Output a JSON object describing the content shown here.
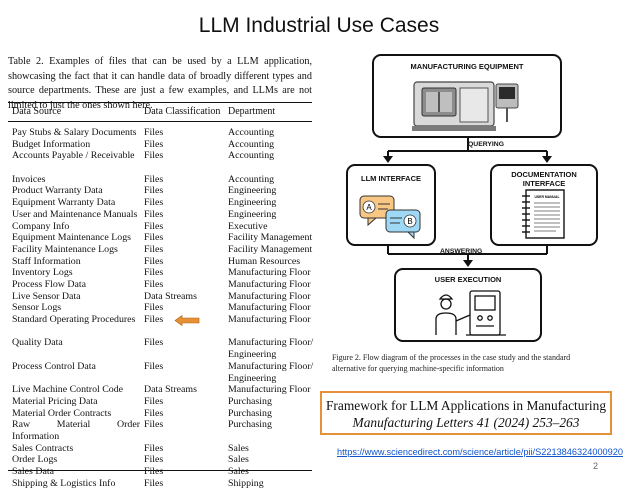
{
  "slide": {
    "title": "LLM Industrial Use Cases",
    "page_number": "2"
  },
  "table": {
    "caption": "Table 2. Examples of files that can be used by a LLM application, showcasing the fact that it can handle data of broadly different types and source departments. These are just a few examples, and LLMs are not limited to just the ones shown here.",
    "headers": [
      "Data Source",
      "Data Classification",
      "Department"
    ],
    "rows": [
      {
        "source": "Pay Stubs & Salary Documents",
        "classification": "Files",
        "department": "Accounting"
      },
      {
        "source": "Budget Information",
        "classification": "Files",
        "department": "Accounting"
      },
      {
        "source": "Accounts Payable / Receivable",
        "classification": "Files",
        "department": "Accounting"
      },
      {
        "source": "Invoices",
        "classification": "Files",
        "department": "Accounting"
      },
      {
        "source": "Product Warranty Data",
        "classification": "Files",
        "department": "Engineering"
      },
      {
        "source": "Equipment Warranty Data",
        "classification": "Files",
        "department": "Engineering"
      },
      {
        "source": "User and Maintenance Manuals",
        "classification": "Files",
        "department": "Engineering"
      },
      {
        "source": "Company Info",
        "classification": "Files",
        "department": "Executive"
      },
      {
        "source": "Equipment Maintenance Logs",
        "classification": "Files",
        "department": "Facility Management"
      },
      {
        "source": "Facility Maintenance Logs",
        "classification": "Files",
        "department": "Facility Management"
      },
      {
        "source": "Staff Information",
        "classification": "Files",
        "department": "Human Resources"
      },
      {
        "source": "Inventory Logs",
        "classification": "Files",
        "department": "Manufacturing Floor"
      },
      {
        "source": "Process Flow Data",
        "classification": "Files",
        "department": "Manufacturing Floor"
      },
      {
        "source": "Live Sensor Data",
        "classification": "Data Streams",
        "department": "Manufacturing Floor"
      },
      {
        "source": "Sensor Logs",
        "classification": "Files",
        "department": "Manufacturing Floor"
      },
      {
        "source": "Standard Operating Procedures",
        "classification": "Files",
        "department": "Manufacturing Floor",
        "highlighted": true
      },
      {
        "source": "Quality Data",
        "classification": "Files",
        "department": "Manufacturing Floor/ Engineering"
      },
      {
        "source": "Process Control Data",
        "classification": "Files",
        "department": "Manufacturing Floor/ Engineering"
      },
      {
        "source": "Live Machine Control Code",
        "classification": "Data Streams",
        "department": "Manufacturing Floor"
      },
      {
        "source": "Material Pricing Data",
        "classification": "Files",
        "department": "Purchasing"
      },
      {
        "source": "Material Order Contracts",
        "classification": "Files",
        "department": "Purchasing"
      },
      {
        "source": "Raw Material Order Information",
        "classification": "Files",
        "department": "Purchasing"
      },
      {
        "source": "Sales Contracts",
        "classification": "Files",
        "department": "Sales"
      },
      {
        "source": "Order Logs",
        "classification": "Files",
        "department": "Sales"
      },
      {
        "source": "Sales Data",
        "classification": "Files",
        "department": "Sales"
      },
      {
        "source": "Shipping & Logistics Info",
        "classification": "Files",
        "department": "Shipping"
      }
    ],
    "arrow_color": "#e69138"
  },
  "diagram": {
    "boxes": {
      "equipment": "MANUFACTURING EQUIPMENT",
      "llm": "LLM INTERFACE",
      "docs": "DOCUMENTATION INTERFACE",
      "user": "USER EXECUTION"
    },
    "flows": {
      "querying": "QUERYING",
      "answering": "ANSWERING"
    },
    "manual_label": "USER MANUAL",
    "chat_letters": [
      "A",
      "B"
    ],
    "bubble_colors": {
      "question": "#f9c784",
      "answer": "#9fd8f5"
    },
    "caption": "Figure 2. Flow diagram of the processes in the case study and the standard alternative for querying machine-specific information"
  },
  "reference": {
    "title": "Framework for LLM Applications in Manufacturing",
    "journal": "Manufacturing Letters 41 (2024) 253–263",
    "border_color": "#e69138",
    "url": "https://www.sciencedirect.com/science/article/pii/S2213846324000920"
  }
}
